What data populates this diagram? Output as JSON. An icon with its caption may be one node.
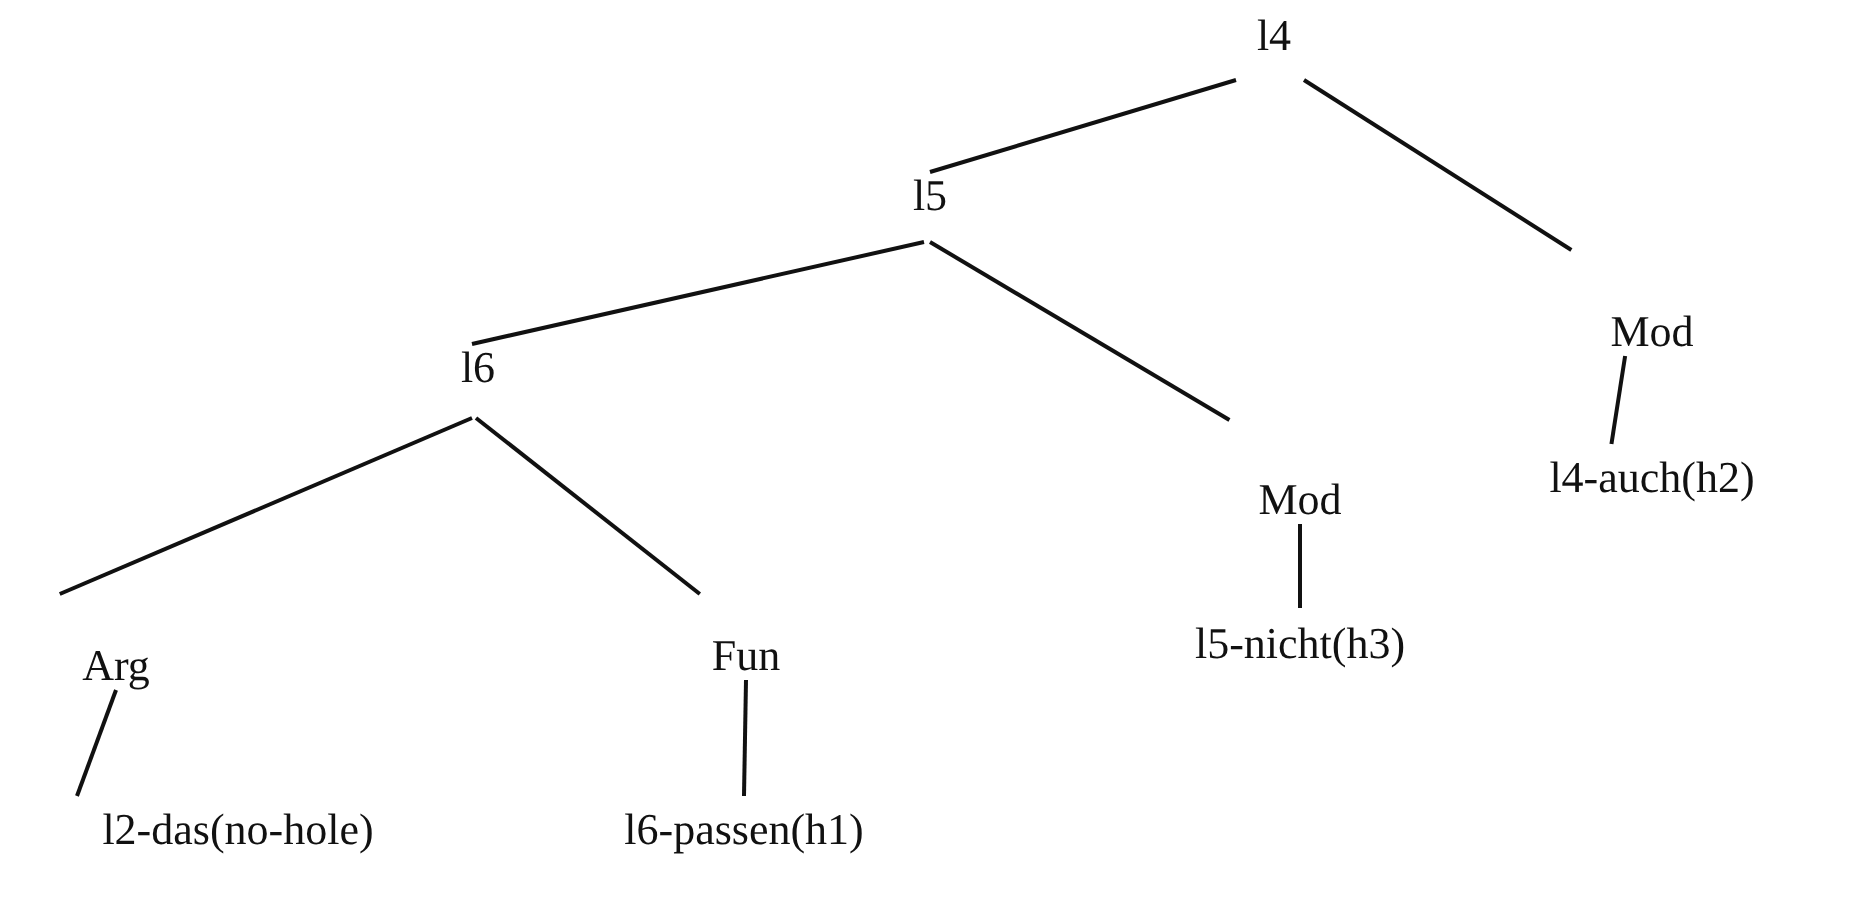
{
  "diagram": {
    "nodes": [
      {
        "text": [
          "l4"
        ]
      },
      {
        "text": [
          "l5"
        ]
      },
      {
        "text": [
          "Mod"
        ]
      },
      {
        "text": [
          "l6"
        ]
      },
      {
        "text": [
          "Mod"
        ]
      },
      {
        "text": [
          "l4-auch(h2)"
        ]
      },
      {
        "text": [
          "Arg"
        ]
      },
      {
        "text": [
          "Fun"
        ]
      },
      {
        "text": [
          "l5-nicht(h3)"
        ]
      },
      {
        "text": [
          "l2-das(no-hole)"
        ]
      },
      {
        "text": [
          "l6-passen(h1)"
        ]
      }
    ],
    "edges": [
      {
        "from": 0,
        "to": 1,
        "arrow": "none"
      },
      {
        "from": 0,
        "to": 2,
        "arrow": "none"
      },
      {
        "from": 1,
        "to": 3,
        "arrow": "none"
      },
      {
        "from": 1,
        "to": 4,
        "arrow": "none"
      },
      {
        "from": 3,
        "to": 6,
        "arrow": "none"
      },
      {
        "from": 3,
        "to": 7,
        "arrow": "none"
      },
      {
        "from": 2,
        "to": 5,
        "arrow": "none"
      },
      {
        "from": 4,
        "to": 8,
        "arrow": "none"
      },
      {
        "from": 6,
        "to": 9,
        "arrow": "none"
      },
      {
        "from": 7,
        "to": 10,
        "arrow": "none"
      }
    ]
  }
}
